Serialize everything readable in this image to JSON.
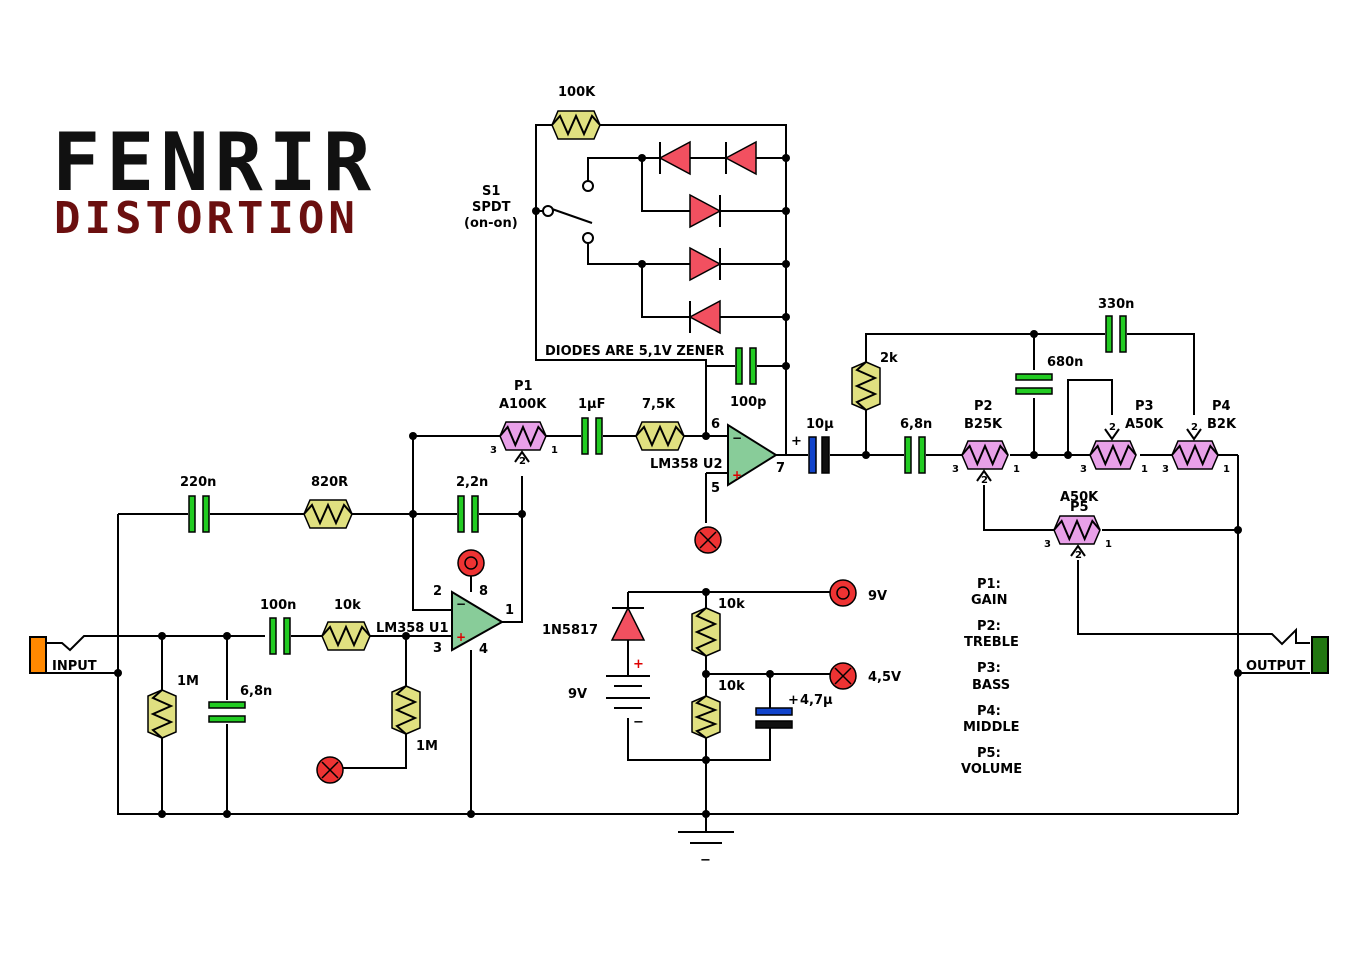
{
  "title": {
    "line1": "FENRIR",
    "line2": "DISTORTION"
  },
  "colors": {
    "resistor": "#e0e080",
    "pot": "#e8a0e8",
    "cap_film": "#22cc22",
    "cap_elec": "#1144cc",
    "diode": "#f25060",
    "opamp": "#88cc99",
    "input_jack": "#ff8800",
    "output_jack": "#227711",
    "terminal": "#ee3333"
  },
  "labels": {
    "input": "INPUT",
    "output": "OUTPUT",
    "r_1m_a": "1M",
    "c_6n8_a": "6,8n",
    "c_220n": "220n",
    "r_820": "820R",
    "c_2n2": "2,2n",
    "c_100n": "100n",
    "r_10k_a": "10k",
    "u1": "LM358 U1",
    "r_1m_b": "1M",
    "p1_name": "P1",
    "p1_val": "A100K",
    "c_1u": "1µF",
    "r_7k5": "7,5K",
    "u2": "LM358 U2",
    "r_100k": "100K",
    "s1_name": "S1",
    "s1_type": "SPDT",
    "s1_mode": "(on-on)",
    "diodes_note": "DIODES ARE 5,1V ZENER",
    "c_100p": "100p",
    "c_10u": "10µ",
    "r_2k": "2k",
    "c_6n8_b": "6,8n",
    "p2_name": "P2",
    "p2_val": "B25K",
    "c_680n": "680n",
    "c_330n": "330n",
    "p3_name": "P3",
    "p3_val": "A50K",
    "p4_name": "P4",
    "p4_val": "B2K",
    "p5_name": "P5",
    "p5_val": "A50K",
    "d_1n5817": "1N5817",
    "bat": "9V",
    "r_10k_b": "10k",
    "r_10k_c": "10k",
    "c_4u7": "4,7µ",
    "v9": "9V",
    "v45": "4,5V",
    "plus": "+",
    "minus": "−"
  },
  "pins": {
    "u1_2": "2",
    "u1_3": "3",
    "u1_1": "1",
    "u1_8": "8",
    "u1_4": "4",
    "u2_6": "6",
    "u2_5": "5",
    "u2_7": "7",
    "pot_1": "1",
    "pot_2": "2",
    "pot_3": "3"
  },
  "legend": [
    {
      "name": "P1:",
      "func": "GAIN"
    },
    {
      "name": "P2:",
      "func": "TREBLE"
    },
    {
      "name": "P3:",
      "func": "BASS"
    },
    {
      "name": "P4:",
      "func": "MIDDLE"
    },
    {
      "name": "P5:",
      "func": "VOLUME"
    }
  ]
}
